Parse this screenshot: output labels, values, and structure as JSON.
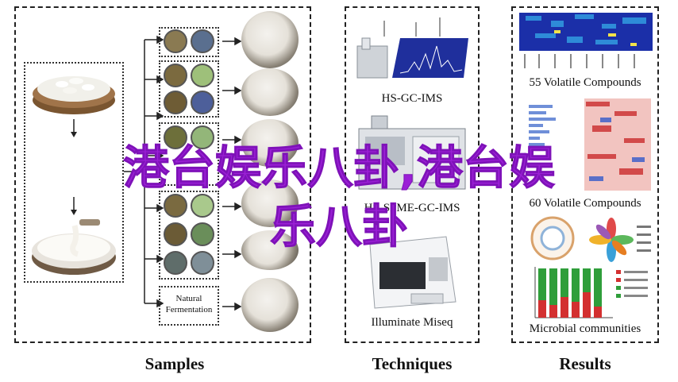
{
  "section_titles": {
    "samples": "Samples",
    "techniques": "Techniques",
    "results": "Results"
  },
  "samples": {
    "fermentation_label_line1": "Natural",
    "fermentation_label_line2": "Fermentation"
  },
  "techniques": {
    "labels": [
      "HS-GC-IMS",
      "HS-SPME-GC-IMS",
      "Illuminate Miseq"
    ]
  },
  "results": {
    "labels": [
      "55 Volatile Compounds",
      "60 Volatile Compounds",
      "Microbial communities"
    ]
  },
  "overlay": {
    "line1": "港台娱乐八卦,港台娱",
    "line2": "乐八卦"
  },
  "colors": {
    "overlay_text": "#9b1fd6",
    "heatmap_blue": "#1b2fa8",
    "heatmap_red": "#d24a4a",
    "bar_green": "#2f9e3a",
    "bar_red": "#d33030"
  }
}
